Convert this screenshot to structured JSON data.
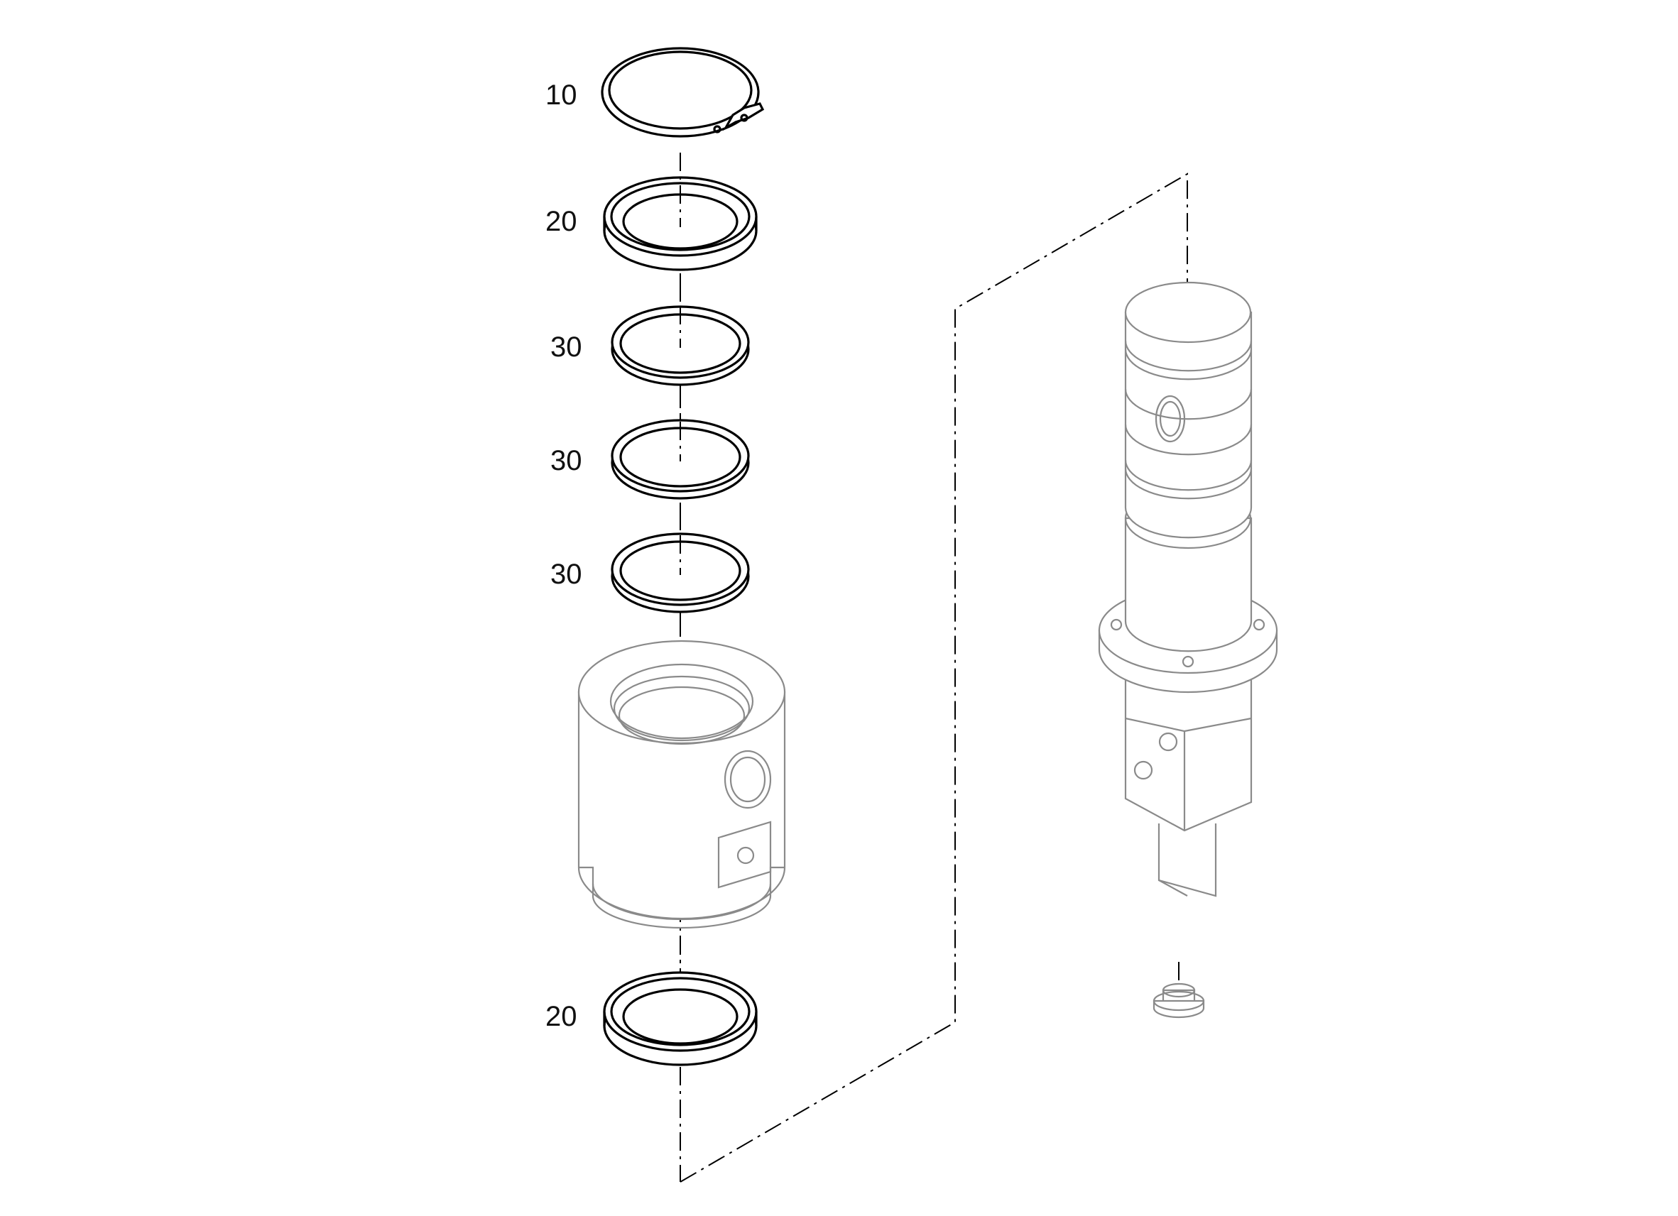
{
  "diagram": {
    "callouts": [
      {
        "id": "c1",
        "label": "10"
      },
      {
        "id": "c2",
        "label": "20"
      },
      {
        "id": "c3",
        "label": "30"
      },
      {
        "id": "c4",
        "label": "30"
      },
      {
        "id": "c5",
        "label": "30"
      },
      {
        "id": "c6",
        "label": "20"
      }
    ]
  }
}
